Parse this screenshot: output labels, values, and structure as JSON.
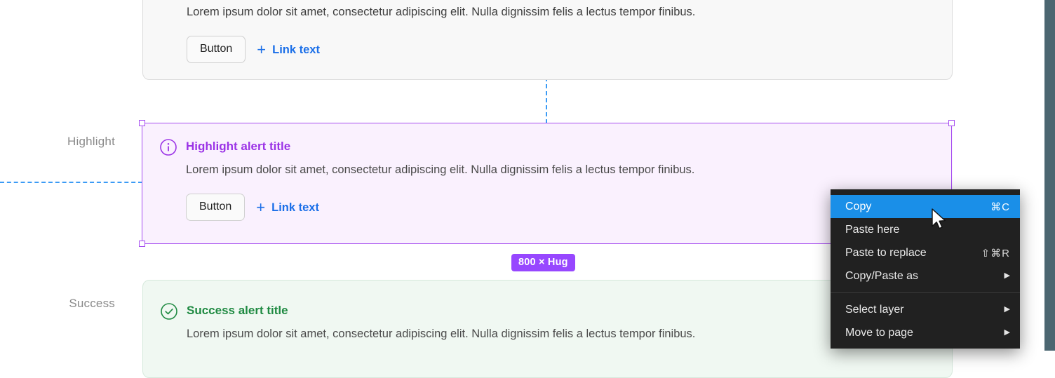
{
  "canvas": {
    "background": "#ffffff",
    "edge_strip_color": "#4c6671",
    "guide_color": "#3b9bf5"
  },
  "row_labels": {
    "highlight": "Highlight",
    "success": "Success"
  },
  "alerts": [
    {
      "key": "neutral",
      "title": "",
      "description": "Lorem ipsum dolor sit amet, consectetur adipiscing elit. Nulla dignissim felis a lectus tempor finibus.",
      "button_label": "Button",
      "link_label": "Link text",
      "plus_glyph": "+",
      "background": "#f8f8f8",
      "border_color": "#dcdcdc"
    },
    {
      "key": "highlight",
      "title": "Highlight alert title",
      "description": "Lorem ipsum dolor sit amet, consectetur adipiscing elit. Nulla dignissim felis a lectus tempor finibus.",
      "button_label": "Button",
      "link_label": "Link text",
      "plus_glyph": "+",
      "background": "#faf1fe",
      "accent_color": "#9b33e6",
      "icon": "info-circle-icon"
    },
    {
      "key": "success",
      "title": "Success alert title",
      "description": "Lorem ipsum dolor sit amet, consectetur adipiscing elit. Nulla dignissim felis a lectus tempor finibus.",
      "background": "#f0f8f2",
      "accent_color": "#1f8a42",
      "icon": "check-circle-icon"
    }
  ],
  "selection": {
    "size_badge": "800 × Hug",
    "frame_color": "#a64df0",
    "badge_color": "#9747ff"
  },
  "context_menu": {
    "highlight_color": "#1a8fe8",
    "background": "#212121",
    "groups": [
      {
        "items": [
          {
            "label": "Copy",
            "shortcut": "⌘C",
            "submenu": false,
            "selected": true
          },
          {
            "label": "Paste here",
            "shortcut": "",
            "submenu": false,
            "selected": false
          },
          {
            "label": "Paste to replace",
            "shortcut": "⇧⌘R",
            "submenu": false,
            "selected": false
          },
          {
            "label": "Copy/Paste as",
            "shortcut": "",
            "submenu": true,
            "selected": false
          }
        ]
      },
      {
        "items": [
          {
            "label": "Select layer",
            "shortcut": "",
            "submenu": true,
            "selected": false
          },
          {
            "label": "Move to page",
            "shortcut": "",
            "submenu": true,
            "selected": false
          }
        ]
      }
    ],
    "submenu_arrow": "▶"
  }
}
